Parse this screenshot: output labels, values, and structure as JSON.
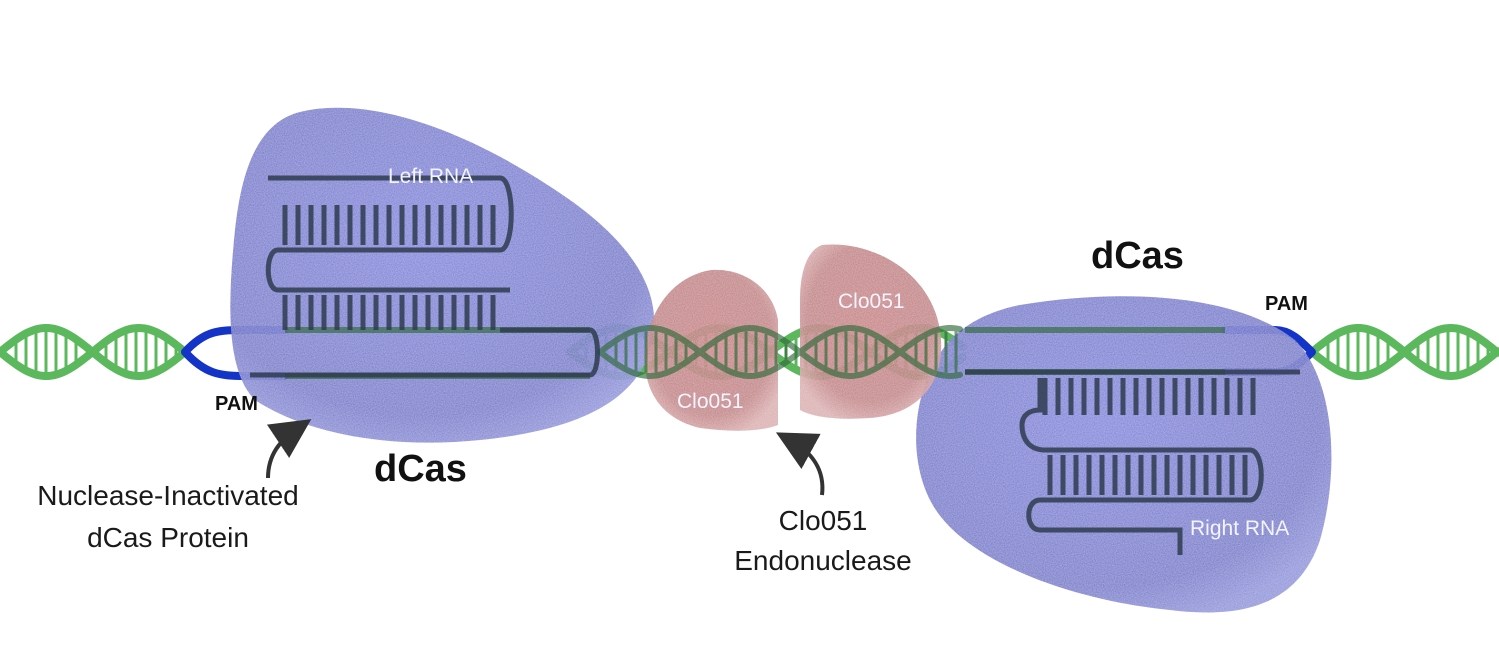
{
  "labels": {
    "left_rna": "Left RNA",
    "right_rna": "Right RNA",
    "pam_left": "PAM",
    "pam_right": "PAM",
    "dcas_left": "dCas",
    "dcas_right": "dCas",
    "clo051_left": "Clo051",
    "clo051_right": "Clo051",
    "caption_dcas_line1": "Nuclease-Inactivated",
    "caption_dcas_line2": "dCas Protein",
    "caption_clo_line1": "Clo051",
    "caption_clo_line2": "Endonuclease"
  },
  "colors": {
    "dcas_protein": "#5a5fc4",
    "clo051_protein": "#b9686c",
    "dna": "#5cb85c",
    "dna_dark": "#2f6b3a",
    "pam": "#1434c8",
    "rna": "#2f3c4f"
  }
}
